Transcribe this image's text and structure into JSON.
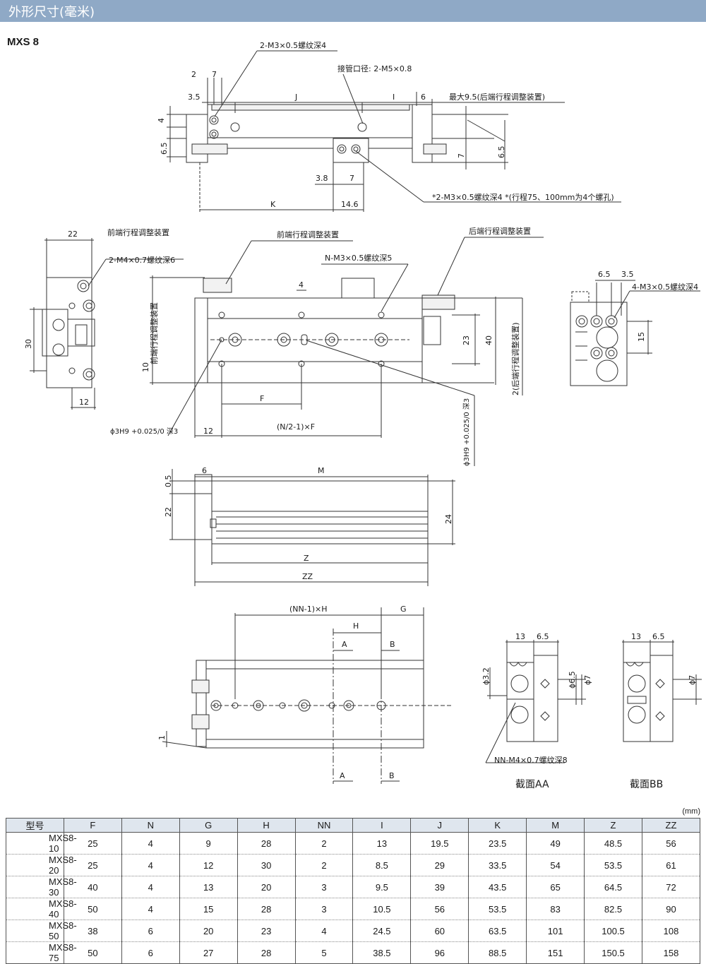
{
  "header": {
    "title": "外形尺寸(毫米)"
  },
  "model": "MXS 8",
  "top_view": {
    "screw1": "2-M3×0.5螺纹深4",
    "port": "接管口径: 2-M5×0.8",
    "max_adj": "最大9.5(后端行程调整装置)",
    "screw2": "*2-M3×0.5螺纹深4  *(行程75、100mm为4个螺孔)",
    "d2": "2",
    "d7": "7",
    "d35": "3.5",
    "dJ": "J",
    "dI": "I",
    "d6": "6",
    "d4": "4",
    "d65": "6.5",
    "d65r": "6.5",
    "d7r": "7",
    "d38": "3.8",
    "d7b": "7",
    "dK": "K",
    "d146": "14.6"
  },
  "side_view": {
    "d22": "22",
    "front_adj": "前端行程调整装置",
    "screw_m4": "2-M4×0.7螺纹深6",
    "d30": "30",
    "d12": "12",
    "front_adj2": "前端行程调整装置",
    "n_screw": "N-M3×0.5螺纹深5",
    "rear_adj": "后端行程调整装置",
    "d4": "4",
    "front_vert": "前端行程调整装置",
    "d10": "10",
    "d23": "23",
    "d40": "40",
    "rear_vert": "2(后端行程调整装置)",
    "dF": "F",
    "d12b": "12",
    "nf": "(N/2-1)×F",
    "hole_left": "ϕ3H9 +0.025/0 深3",
    "hole_right": "ϕ3H9 +0.025/0 深3"
  },
  "end_view": {
    "d65": "6.5",
    "d35": "3.5",
    "screw": "4-M3×0.5螺纹深4",
    "d15": "15"
  },
  "front_view": {
    "d05": "0.5",
    "d6": "6",
    "dM": "M",
    "d22": "22",
    "d24": "24",
    "dZ": "Z",
    "dZZ": "ZZ"
  },
  "bottom_view": {
    "nnh": "(NN-1)×H",
    "dG": "G",
    "dH": "H",
    "A": "A",
    "B": "B",
    "A2": "A",
    "B2": "B",
    "d1": "1",
    "nn_screw": "NN-M4×0.7螺纹深8"
  },
  "sections": {
    "d13": "13",
    "d65": "6.5",
    "d32": "ϕ3.2",
    "d65v": "ϕ6.5",
    "d7v": "ϕ7",
    "d13b": "13",
    "d65b": "6.5",
    "d7b": "ϕ7",
    "aa": "截面AA",
    "bb": "截面BB"
  },
  "table": {
    "unit": "(mm)",
    "headers": [
      "型号",
      "F",
      "N",
      "G",
      "H",
      "NN",
      "I",
      "J",
      "K",
      "M",
      "Z",
      "ZZ"
    ],
    "rows": [
      [
        "MXS8-10",
        "25",
        "4",
        "9",
        "28",
        "2",
        "13",
        "19.5",
        "23.5",
        "49",
        "48.5",
        "56"
      ],
      [
        "MXS8-20",
        "25",
        "4",
        "12",
        "30",
        "2",
        "8.5",
        "29",
        "33.5",
        "54",
        "53.5",
        "61"
      ],
      [
        "MXS8-30",
        "40",
        "4",
        "13",
        "20",
        "3",
        "9.5",
        "39",
        "43.5",
        "65",
        "64.5",
        "72"
      ],
      [
        "MXS8-40",
        "50",
        "4",
        "15",
        "28",
        "3",
        "10.5",
        "56",
        "53.5",
        "83",
        "82.5",
        "90"
      ],
      [
        "MXS8-50",
        "38",
        "6",
        "20",
        "23",
        "4",
        "24.5",
        "60",
        "63.5",
        "101",
        "100.5",
        "108"
      ],
      [
        "MXS8-75",
        "50",
        "6",
        "27",
        "28",
        "5",
        "38.5",
        "96",
        "88.5",
        "151",
        "150.5",
        "158"
      ]
    ]
  }
}
